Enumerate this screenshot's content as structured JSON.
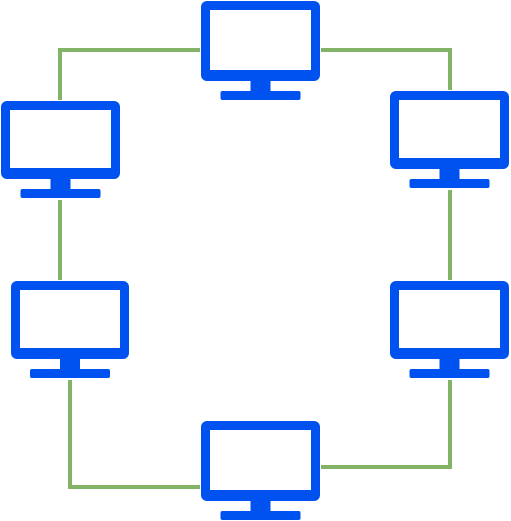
{
  "diagram": {
    "topology": "ring",
    "node_icon": "monitor-icon",
    "node_color": "#0052F0",
    "link_color": "#82B366",
    "nodes": [
      {
        "id": "top"
      },
      {
        "id": "upper-left"
      },
      {
        "id": "upper-right"
      },
      {
        "id": "lower-left"
      },
      {
        "id": "lower-right"
      },
      {
        "id": "bottom"
      }
    ],
    "links": [
      [
        "top",
        "upper-left"
      ],
      [
        "top",
        "upper-right"
      ],
      [
        "upper-left",
        "lower-left"
      ],
      [
        "upper-right",
        "lower-right"
      ],
      [
        "lower-left",
        "bottom"
      ],
      [
        "lower-right",
        "bottom"
      ]
    ]
  }
}
